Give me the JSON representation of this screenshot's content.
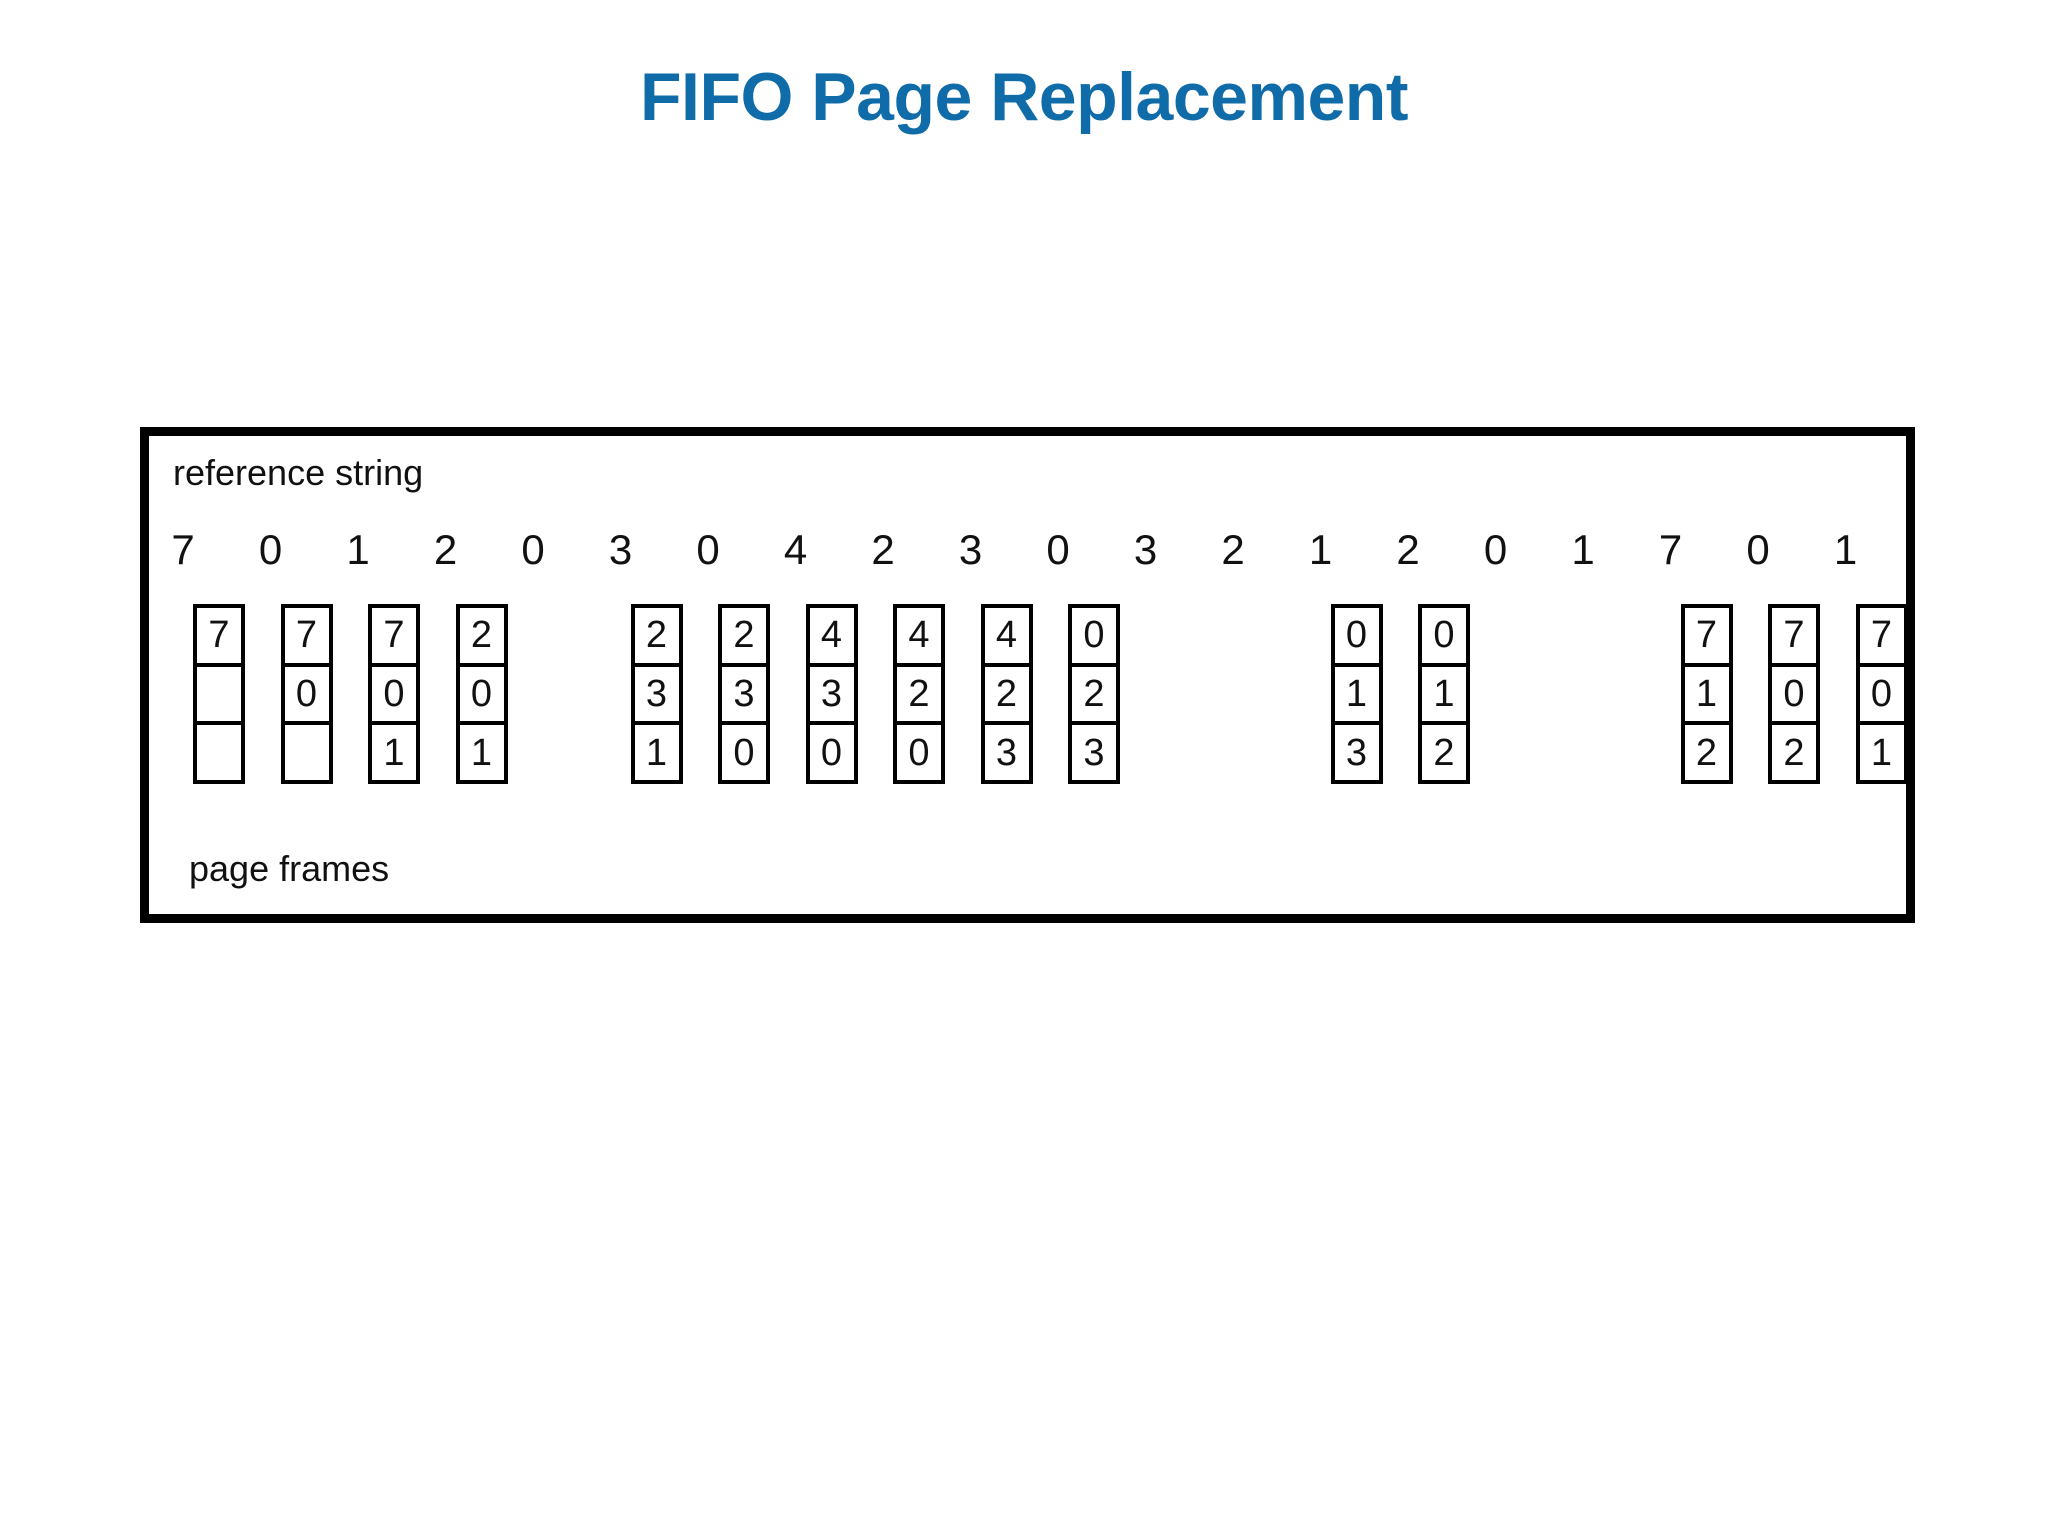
{
  "slide": {
    "title": "FIFO Page Replacement",
    "title_color": "#0f6ca8"
  },
  "figure": {
    "reference_string_label": "reference string",
    "page_frames_label": "page frames",
    "border_color": "#000000",
    "background_color": "#ffffff"
  },
  "chart_data": {
    "type": "table",
    "title": "FIFO Page Replacement",
    "xlabel": "reference string",
    "ylabel": "page frames",
    "frame_count": 3,
    "categories": [
      "7",
      "0",
      "1",
      "2",
      "0",
      "3",
      "0",
      "4",
      "2",
      "3",
      "0",
      "3",
      "2",
      "1",
      "2",
      "0",
      "1",
      "7",
      "0",
      "1"
    ],
    "reference_string": [
      "7",
      "0",
      "1",
      "2",
      "0",
      "3",
      "0",
      "4",
      "2",
      "3",
      "0",
      "3",
      "2",
      "1",
      "2",
      "0",
      "1",
      "7",
      "0",
      "1"
    ],
    "columns": [
      {
        "index": 1,
        "shown": true,
        "cells": [
          "7",
          "",
          ""
        ]
      },
      {
        "index": 2,
        "shown": true,
        "cells": [
          "7",
          "0",
          ""
        ]
      },
      {
        "index": 3,
        "shown": true,
        "cells": [
          "7",
          "0",
          "1"
        ]
      },
      {
        "index": 4,
        "shown": true,
        "cells": [
          "2",
          "0",
          "1"
        ]
      },
      {
        "index": 5,
        "shown": false,
        "cells": [
          "",
          "",
          ""
        ]
      },
      {
        "index": 6,
        "shown": true,
        "cells": [
          "2",
          "3",
          "1"
        ]
      },
      {
        "index": 7,
        "shown": true,
        "cells": [
          "2",
          "3",
          "0"
        ]
      },
      {
        "index": 8,
        "shown": true,
        "cells": [
          "4",
          "3",
          "0"
        ]
      },
      {
        "index": 9,
        "shown": true,
        "cells": [
          "4",
          "2",
          "0"
        ]
      },
      {
        "index": 10,
        "shown": true,
        "cells": [
          "4",
          "2",
          "3"
        ]
      },
      {
        "index": 11,
        "shown": true,
        "cells": [
          "0",
          "2",
          "3"
        ]
      },
      {
        "index": 12,
        "shown": false,
        "cells": [
          "",
          "",
          ""
        ]
      },
      {
        "index": 13,
        "shown": false,
        "cells": [
          "",
          "",
          ""
        ]
      },
      {
        "index": 14,
        "shown": true,
        "cells": [
          "0",
          "1",
          "3"
        ]
      },
      {
        "index": 15,
        "shown": true,
        "cells": [
          "0",
          "1",
          "2"
        ]
      },
      {
        "index": 16,
        "shown": false,
        "cells": [
          "",
          "",
          ""
        ]
      },
      {
        "index": 17,
        "shown": false,
        "cells": [
          "",
          "",
          ""
        ]
      },
      {
        "index": 18,
        "shown": true,
        "cells": [
          "7",
          "1",
          "2"
        ]
      },
      {
        "index": 19,
        "shown": true,
        "cells": [
          "7",
          "0",
          "2"
        ]
      },
      {
        "index": 20,
        "shown": true,
        "cells": [
          "7",
          "0",
          "1"
        ]
      }
    ]
  }
}
